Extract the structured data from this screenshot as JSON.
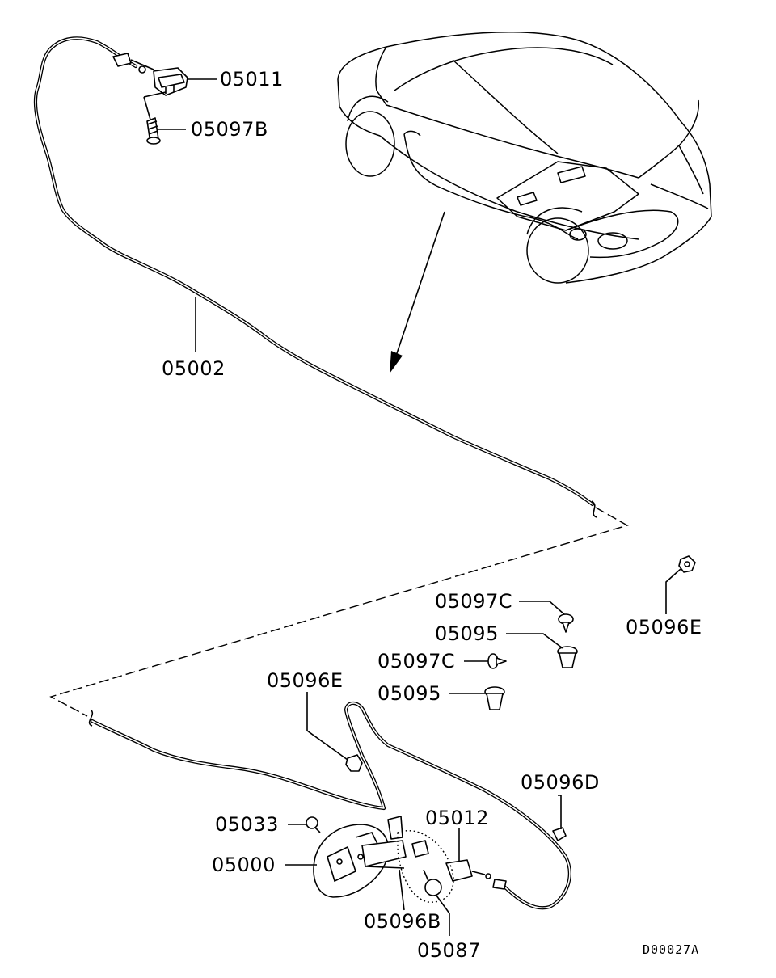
{
  "callouts": {
    "p05011": "05011",
    "p05097B": "05097B",
    "p05002": "05002",
    "p05097C_upper": "05097C",
    "p05095_upper": "05095",
    "p05097C_lower": "05097C",
    "p05095_lower": "05095",
    "p05096E_right": "05096E",
    "p05096E_left": "05096E",
    "p05096D": "05096D",
    "p05033": "05033",
    "p05012": "05012",
    "p05000": "05000",
    "p05096B": "05096B",
    "p05087": "05087"
  },
  "diagram_code": "D00027A"
}
